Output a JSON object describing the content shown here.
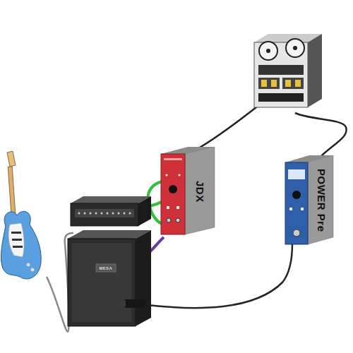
{
  "diagram": {
    "nodes": [
      {
        "text": [
          "JDX"
        ]
      },
      {
        "text": [
          "POWER Pre"
        ]
      }
    ],
    "labels": [
      "MESA"
    ]
  }
}
